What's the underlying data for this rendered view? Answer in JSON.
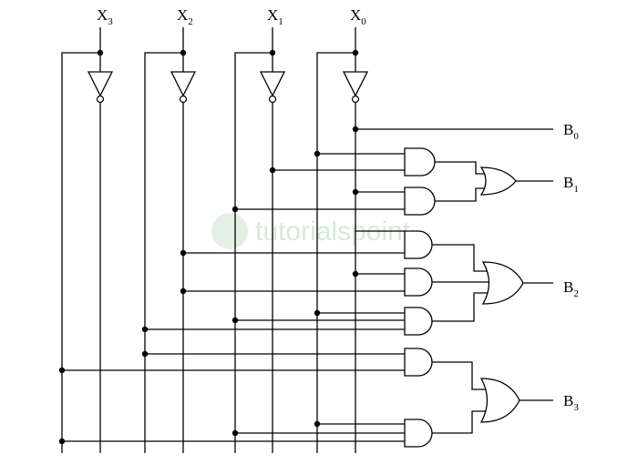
{
  "inputs": [
    {
      "name": "X",
      "sub": "3"
    },
    {
      "name": "X",
      "sub": "2"
    },
    {
      "name": "X",
      "sub": "1"
    },
    {
      "name": "X",
      "sub": "0"
    }
  ],
  "outputs": [
    {
      "name": "B",
      "sub": "0"
    },
    {
      "name": "B",
      "sub": "1"
    },
    {
      "name": "B",
      "sub": "2"
    },
    {
      "name": "B",
      "sub": "3"
    }
  ],
  "watermark": {
    "text": "tutorialspoint"
  }
}
